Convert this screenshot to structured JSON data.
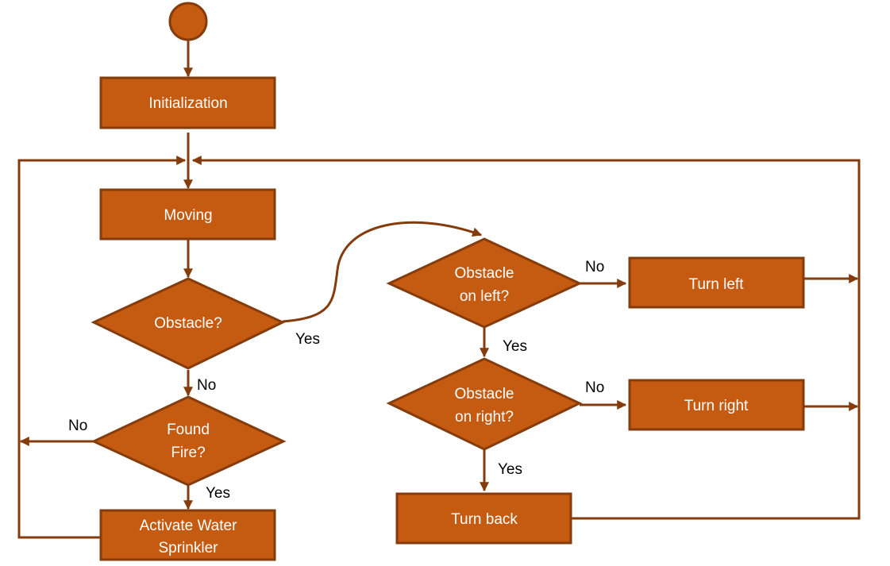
{
  "colors": {
    "node_fill": "#C55A11",
    "node_stroke": "#843C0C",
    "edge": "#843C0C",
    "node_text": "#ffffff",
    "edge_text": "#000000"
  },
  "nodes": {
    "start": {
      "label": ""
    },
    "initialization": {
      "label": "Initialization"
    },
    "moving": {
      "label": "Moving"
    },
    "obstacle": {
      "label": "Obstacle?"
    },
    "found_fire": {
      "line1": "Found",
      "line2": "Fire?"
    },
    "activate_sprinkler": {
      "line1": "Activate Water",
      "line2": "Sprinkler"
    },
    "obstacle_left": {
      "line1": "Obstacle",
      "line2": "on left?"
    },
    "obstacle_right": {
      "line1": "Obstacle",
      "line2": "on right?"
    },
    "turn_left": {
      "label": "Turn left"
    },
    "turn_right": {
      "label": "Turn right"
    },
    "turn_back": {
      "label": "Turn back"
    }
  },
  "edge_labels": {
    "obstacle_yes": "Yes",
    "obstacle_no": "No",
    "fire_no": "No",
    "fire_yes": "Yes",
    "left_no": "No",
    "left_yes": "Yes",
    "right_no": "No",
    "right_yes": "Yes"
  }
}
